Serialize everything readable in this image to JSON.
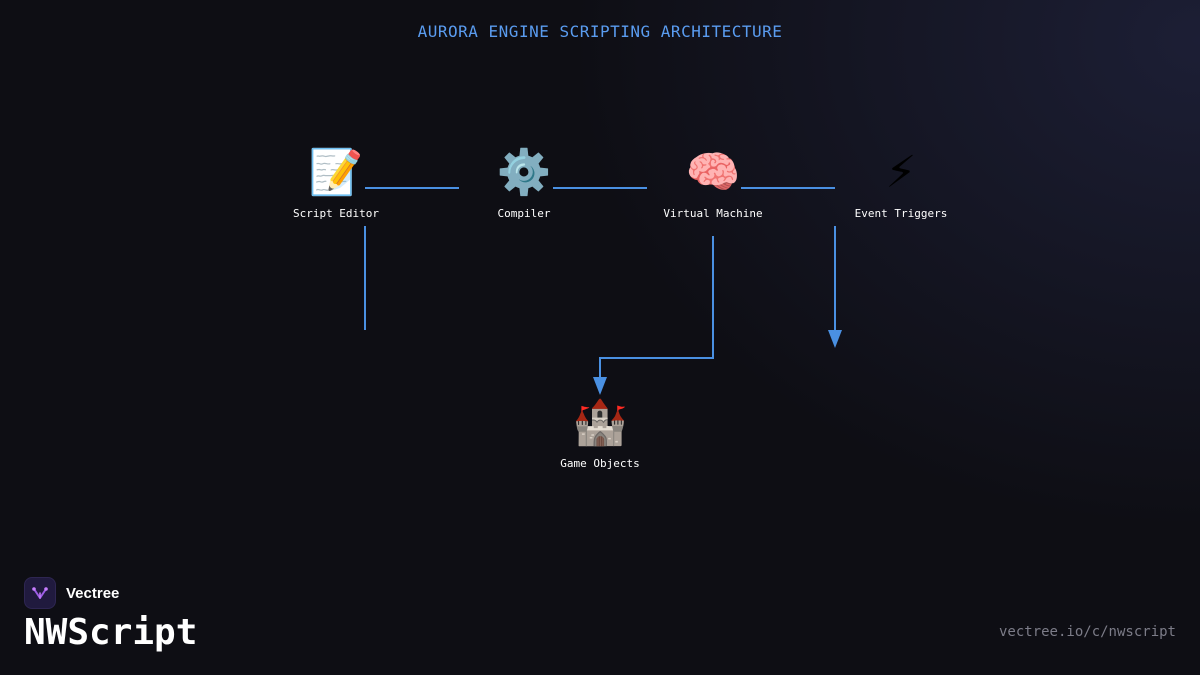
{
  "title": "AURORA ENGINE SCRIPTING ARCHITECTURE",
  "colors": {
    "background": "#0e0e14",
    "accent": "#5a9cf0",
    "edge": "#4a90e2",
    "label": "#ffffff",
    "url": "#7c7c88"
  },
  "nodes": [
    {
      "id": "script-editor",
      "label": "Script Editor",
      "icon": "📝",
      "icon_name": "memo-pencil-icon"
    },
    {
      "id": "compiler",
      "label": "Compiler",
      "icon": "⚙️",
      "icon_name": "gear-icon"
    },
    {
      "id": "virtual-machine",
      "label": "Virtual Machine",
      "icon": "🧠",
      "icon_name": "brain-icon"
    },
    {
      "id": "event-triggers",
      "label": "Event Triggers",
      "icon": "⚡",
      "icon_name": "lightning-icon"
    },
    {
      "id": "game-objects",
      "label": "Game Objects",
      "icon": "🏰",
      "icon_name": "castle-icon"
    }
  ],
  "edges": [
    {
      "from": "script-editor",
      "to": "compiler",
      "arrow": false
    },
    {
      "from": "compiler",
      "to": "virtual-machine",
      "arrow": false
    },
    {
      "from": "virtual-machine",
      "to": "event-triggers",
      "arrow": false
    },
    {
      "from": "script-editor",
      "to": null,
      "arrow": false
    },
    {
      "from": "virtual-machine",
      "to": "game-objects",
      "arrow": true
    },
    {
      "from": "event-triggers",
      "to": null,
      "arrow": true
    }
  ],
  "brand": {
    "name": "Vectree",
    "product": "NWScript",
    "logo_icon": "vectree-logo-icon"
  },
  "footer": {
    "url": "vectree.io/c/nwscript"
  }
}
